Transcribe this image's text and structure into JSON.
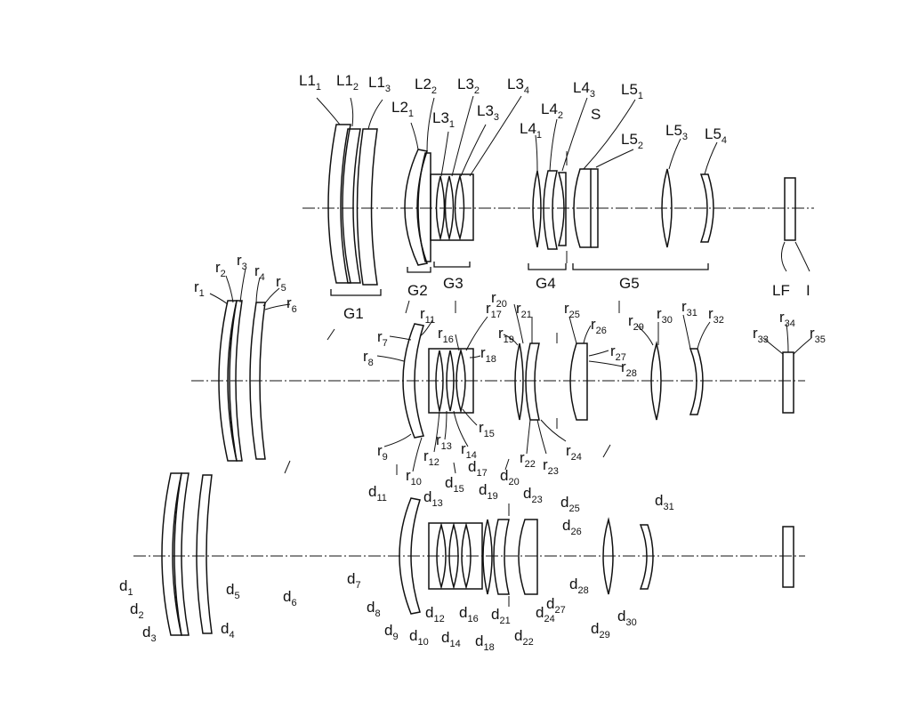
{
  "diagram": {
    "title": "Zoom lens optical configuration (three zoom positions)",
    "row1": {
      "lens_labels": [
        {
          "id": "L1_1",
          "base": "L1",
          "sub": "1"
        },
        {
          "id": "L1_2",
          "base": "L1",
          "sub": "2"
        },
        {
          "id": "L1_3",
          "base": "L1",
          "sub": "3"
        },
        {
          "id": "L2_1",
          "base": "L2",
          "sub": "1"
        },
        {
          "id": "L2_2",
          "base": "L2",
          "sub": "2"
        },
        {
          "id": "L3_1",
          "base": "L3",
          "sub": "1"
        },
        {
          "id": "L3_2",
          "base": "L3",
          "sub": "2"
        },
        {
          "id": "L3_3",
          "base": "L3",
          "sub": "3"
        },
        {
          "id": "L3_4",
          "base": "L3",
          "sub": "4"
        },
        {
          "id": "L4_1",
          "base": "L4",
          "sub": "1"
        },
        {
          "id": "L4_2",
          "base": "L4",
          "sub": "2"
        },
        {
          "id": "L4_3",
          "base": "L4",
          "sub": "3"
        },
        {
          "id": "S",
          "base": "S",
          "sub": ""
        },
        {
          "id": "L5_1",
          "base": "L5",
          "sub": "1"
        },
        {
          "id": "L5_2",
          "base": "L5",
          "sub": "2"
        },
        {
          "id": "L5_3",
          "base": "L5",
          "sub": "3"
        },
        {
          "id": "L5_4",
          "base": "L5",
          "sub": "4"
        }
      ],
      "groups": [
        "G1",
        "G2",
        "G3",
        "G4",
        "G5"
      ],
      "filter_labels": [
        "LF",
        "I"
      ]
    },
    "row2": {
      "surface_labels": [
        {
          "base": "r",
          "sub": "1"
        },
        {
          "base": "r",
          "sub": "2"
        },
        {
          "base": "r",
          "sub": "3"
        },
        {
          "base": "r",
          "sub": "4"
        },
        {
          "base": "r",
          "sub": "5"
        },
        {
          "base": "r",
          "sub": "6"
        },
        {
          "base": "r",
          "sub": "7"
        },
        {
          "base": "r",
          "sub": "8"
        },
        {
          "base": "r",
          "sub": "9"
        },
        {
          "base": "r",
          "sub": "10"
        },
        {
          "base": "r",
          "sub": "11"
        },
        {
          "base": "r",
          "sub": "12"
        },
        {
          "base": "r",
          "sub": "13"
        },
        {
          "base": "r",
          "sub": "14"
        },
        {
          "base": "r",
          "sub": "15"
        },
        {
          "base": "r",
          "sub": "16"
        },
        {
          "base": "r",
          "sub": "17"
        },
        {
          "base": "r",
          "sub": "18"
        },
        {
          "base": "r",
          "sub": "19"
        },
        {
          "base": "r",
          "sub": "20"
        },
        {
          "base": "r",
          "sub": "21"
        },
        {
          "base": "r",
          "sub": "22"
        },
        {
          "base": "r",
          "sub": "23"
        },
        {
          "base": "r",
          "sub": "24"
        },
        {
          "base": "r",
          "sub": "25"
        },
        {
          "base": "r",
          "sub": "26"
        },
        {
          "base": "r",
          "sub": "27"
        },
        {
          "base": "r",
          "sub": "28"
        },
        {
          "base": "r",
          "sub": "29"
        },
        {
          "base": "r",
          "sub": "30"
        },
        {
          "base": "r",
          "sub": "31"
        },
        {
          "base": "r",
          "sub": "32"
        },
        {
          "base": "r",
          "sub": "33"
        },
        {
          "base": "r",
          "sub": "34"
        },
        {
          "base": "r",
          "sub": "35"
        }
      ]
    },
    "row3": {
      "spacing_labels": [
        {
          "base": "d",
          "sub": "1"
        },
        {
          "base": "d",
          "sub": "2"
        },
        {
          "base": "d",
          "sub": "3"
        },
        {
          "base": "d",
          "sub": "4"
        },
        {
          "base": "d",
          "sub": "5"
        },
        {
          "base": "d",
          "sub": "6"
        },
        {
          "base": "d",
          "sub": "7"
        },
        {
          "base": "d",
          "sub": "8"
        },
        {
          "base": "d",
          "sub": "9"
        },
        {
          "base": "d",
          "sub": "10"
        },
        {
          "base": "d",
          "sub": "11"
        },
        {
          "base": "d",
          "sub": "12"
        },
        {
          "base": "d",
          "sub": "13"
        },
        {
          "base": "d",
          "sub": "14"
        },
        {
          "base": "d",
          "sub": "15"
        },
        {
          "base": "d",
          "sub": "16"
        },
        {
          "base": "d",
          "sub": "17"
        },
        {
          "base": "d",
          "sub": "18"
        },
        {
          "base": "d",
          "sub": "19"
        },
        {
          "base": "d",
          "sub": "20"
        },
        {
          "base": "d",
          "sub": "21"
        },
        {
          "base": "d",
          "sub": "22"
        },
        {
          "base": "d",
          "sub": "23"
        },
        {
          "base": "d",
          "sub": "24"
        },
        {
          "base": "d",
          "sub": "25"
        },
        {
          "base": "d",
          "sub": "26"
        },
        {
          "base": "d",
          "sub": "27"
        },
        {
          "base": "d",
          "sub": "28"
        },
        {
          "base": "d",
          "sub": "29"
        },
        {
          "base": "d",
          "sub": "30"
        },
        {
          "base": "d",
          "sub": "31"
        }
      ]
    },
    "colors": {
      "ink": "#111111",
      "background": "#ffffff"
    }
  }
}
